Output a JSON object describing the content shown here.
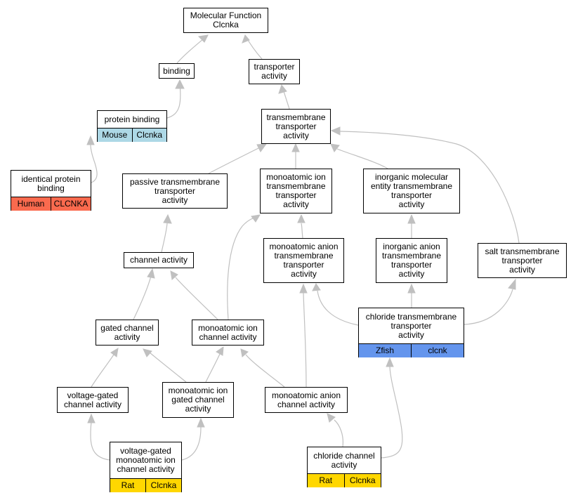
{
  "colors": {
    "edge": "#c0c0c0",
    "human": "#fa6a4e",
    "mouse": "#add8e6",
    "zfish": "#6495ed",
    "rat": "#ffd700"
  },
  "nodes": {
    "mf": {
      "label": "Molecular Function\nClcnka"
    },
    "binding": {
      "label": "binding"
    },
    "transporter": {
      "label": "transporter\nactivity"
    },
    "protein_binding": {
      "label": "protein binding",
      "org": "Mouse",
      "gene": "Clcnka"
    },
    "tm_transporter": {
      "label": "transmembrane\ntransporter\nactivity"
    },
    "identical_pb": {
      "label": "identical protein\nbinding",
      "org": "Human",
      "gene": "CLCNKA"
    },
    "passive_tm": {
      "label": "passive transmembrane\ntransporter\nactivity"
    },
    "mono_ion_tm": {
      "label": "monoatomic ion\ntransmembrane\ntransporter\nactivity"
    },
    "inorg_mol": {
      "label": "inorganic molecular\nentity transmembrane\ntransporter\nactivity"
    },
    "mono_anion_tm": {
      "label": "monoatomic anion\ntransmembrane\ntransporter\nactivity"
    },
    "inorg_anion": {
      "label": "inorganic anion\ntransmembrane\ntransporter\nactivity"
    },
    "salt_tm": {
      "label": "salt transmembrane\ntransporter\nactivity"
    },
    "channel": {
      "label": "channel activity"
    },
    "chloride_tm": {
      "label": "chloride transmembrane\ntransporter\nactivity",
      "org": "Zfish",
      "gene": "clcnk"
    },
    "gated_channel": {
      "label": "gated channel\nactivity"
    },
    "mono_ion_channel": {
      "label": "monoatomic ion\nchannel activity"
    },
    "voltage_gated": {
      "label": "voltage-gated\nchannel activity"
    },
    "mono_ion_gated": {
      "label": "monoatomic ion\ngated channel\nactivity"
    },
    "mono_anion_channel": {
      "label": "monoatomic anion\nchannel activity"
    },
    "vg_mono_ion": {
      "label": "voltage-gated\nmonoatomic ion\nchannel activity",
      "org": "Rat",
      "gene": "Clcnka"
    },
    "chloride_channel": {
      "label": "chloride channel\nactivity",
      "org": "Rat",
      "gene": "Clcnka"
    }
  }
}
